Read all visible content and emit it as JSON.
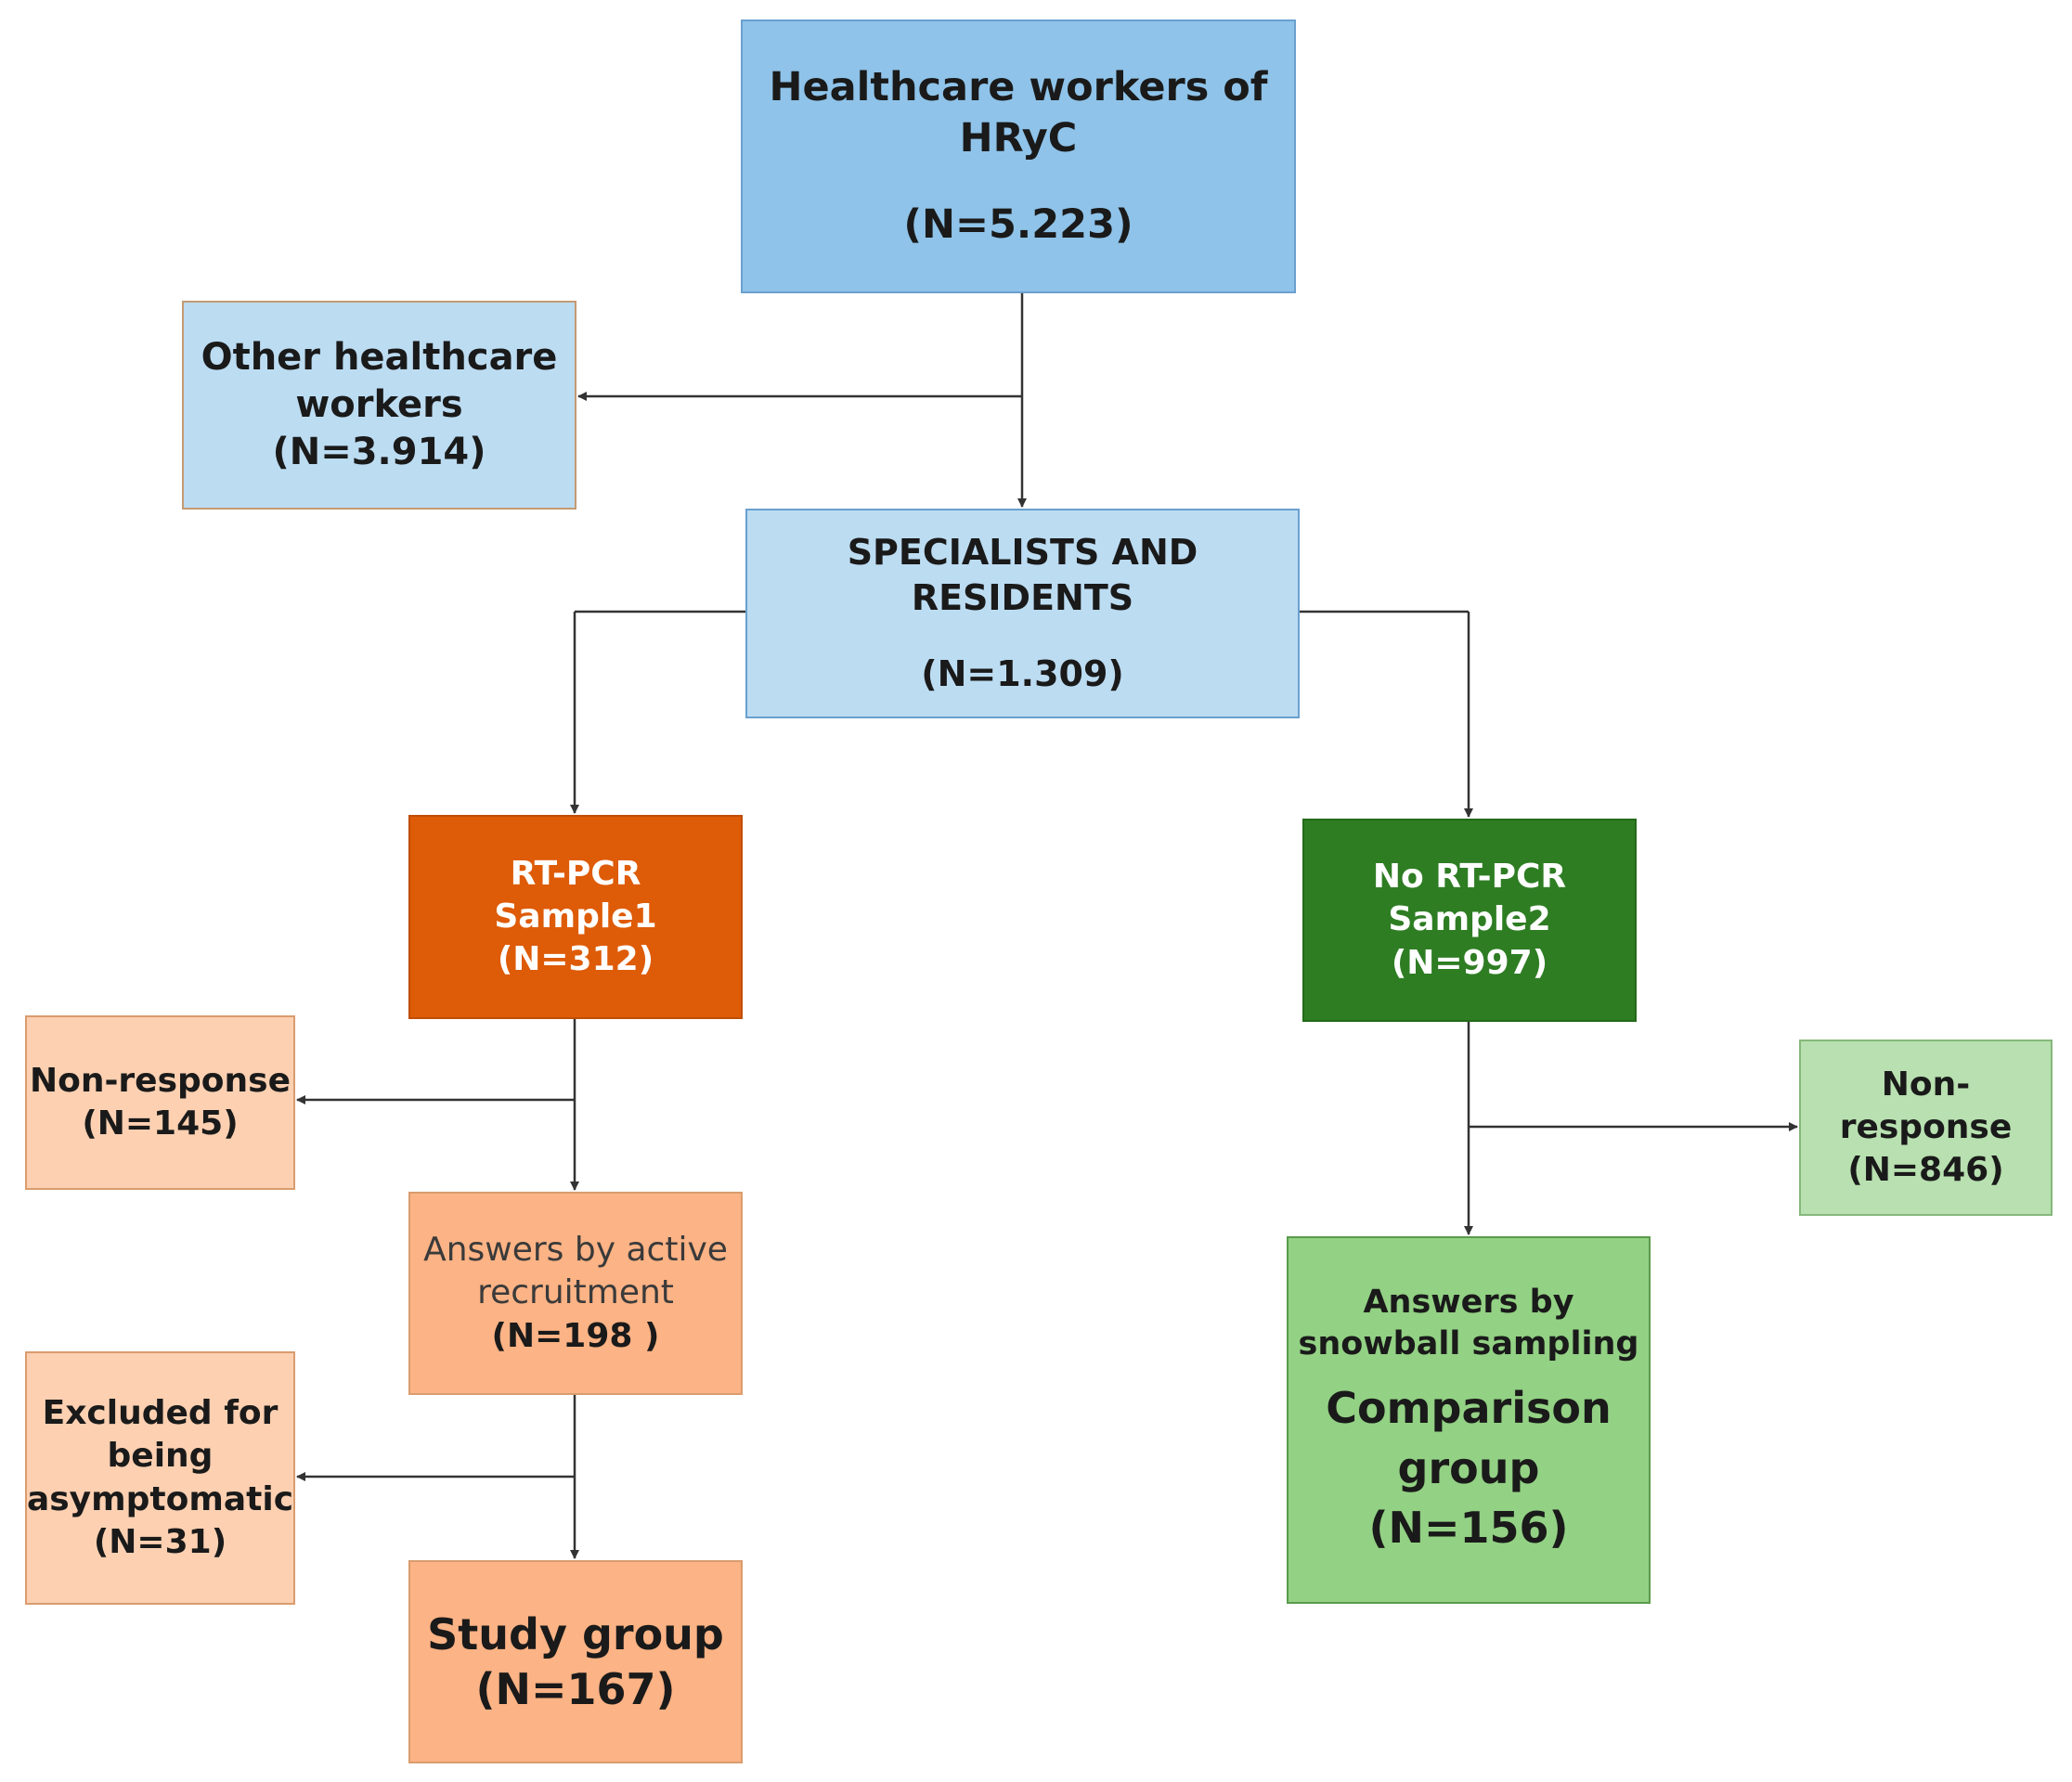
{
  "nodes": {
    "healthcare_workers": {
      "line1": "Healthcare workers of",
      "line2": "HRyC",
      "count": "(N=5.223)"
    },
    "other_workers": {
      "line1": "Other healthcare",
      "line2": "workers",
      "count": "(N=3.914)"
    },
    "specialists": {
      "line1": "SPECIALISTS AND",
      "line2": "RESIDENTS",
      "count": "(N=1.309)"
    },
    "rt_pcr": {
      "line1": "RT-PCR",
      "line2": "Sample1",
      "count": "(N=312)"
    },
    "no_rt_pcr": {
      "line1": "No RT-PCR",
      "line2": "Sample2",
      "count": "(N=997)"
    },
    "non_response_1": {
      "line1": "Non-response",
      "count": "(N=145)"
    },
    "answers_active": {
      "line1": "Answers by active",
      "line2": "recruitment",
      "count": "(N=198 )"
    },
    "excluded": {
      "line1": "Excluded for",
      "line2": "being",
      "line3": "asymptomatic",
      "count": "(N=31)"
    },
    "study_group": {
      "line1": "Study group",
      "count": "(N=167)"
    },
    "non_response_2": {
      "line1": "Non-",
      "line2": "response",
      "count": "(N=846)"
    },
    "comparison": {
      "line1": "Answers by",
      "line2": "snowball sampling",
      "line3": "Comparison",
      "line4": "group",
      "count": "(N=156)"
    }
  },
  "colors": {
    "blue_dark": "#8fc3e9",
    "blue_light": "#bcdcf2",
    "orange_dark": "#de5b07",
    "orange_medium": "#fcb385",
    "orange_light": "#fcd0b1",
    "green_dark": "#2e7d23",
    "green_medium": "#93d184",
    "green_light": "#b8e0b0",
    "connector": "#333333"
  }
}
